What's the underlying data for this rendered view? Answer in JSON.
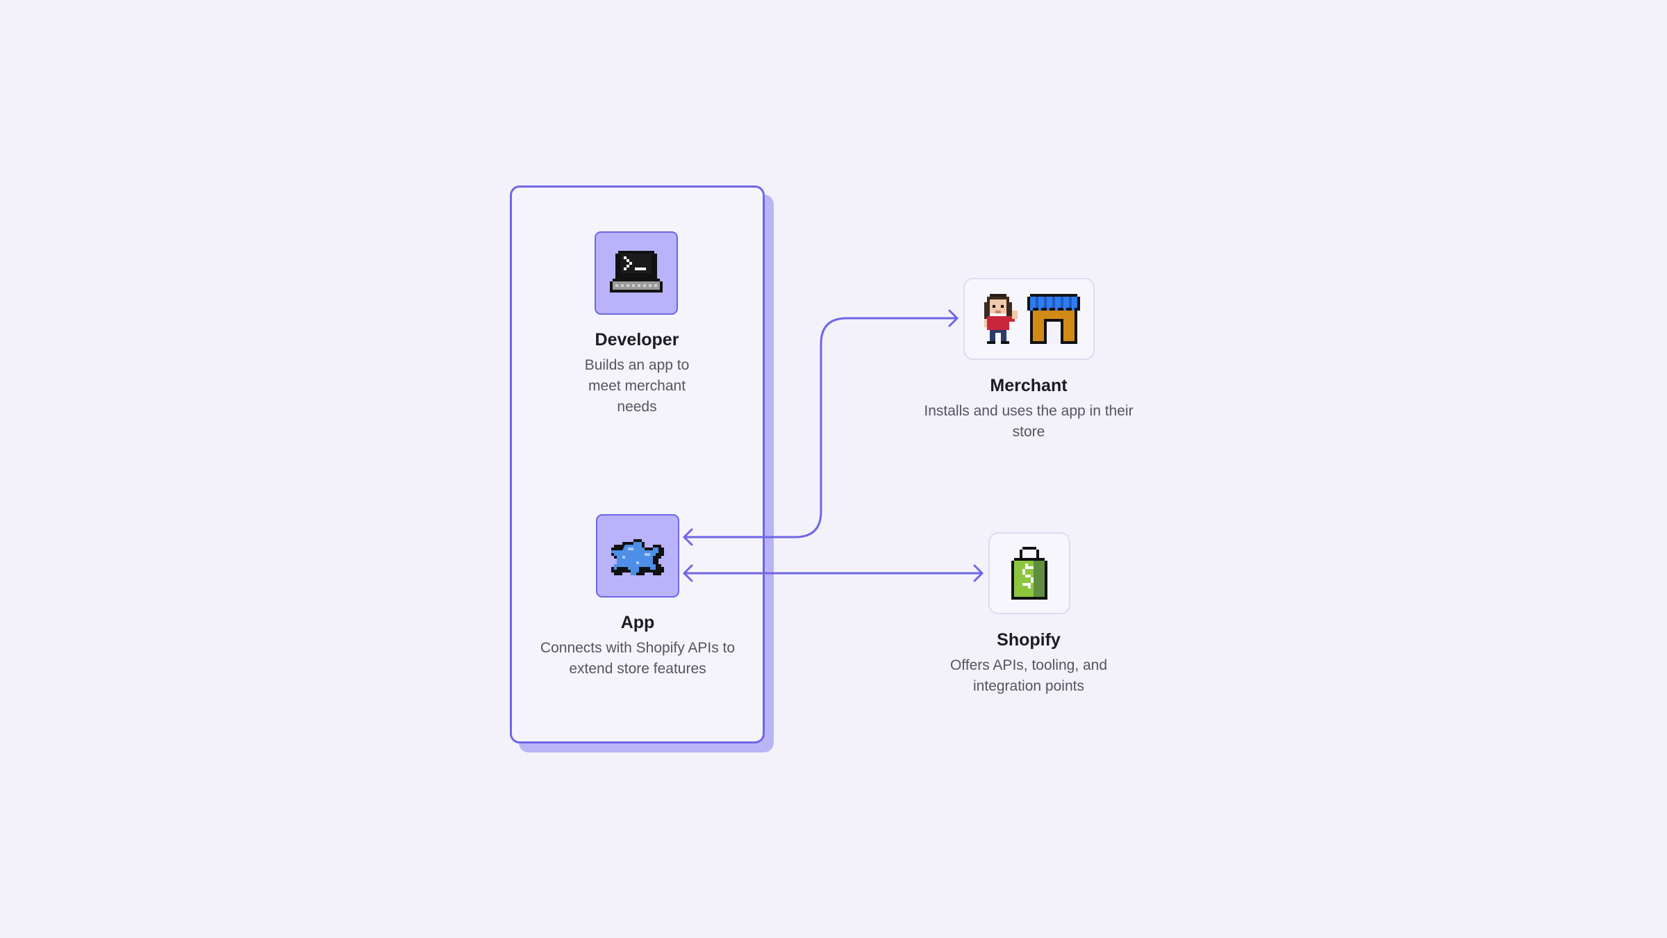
{
  "nodes": {
    "developer": {
      "title": "Developer",
      "description": "Builds an app to meet merchant needs",
      "icon": "terminal-laptop-icon"
    },
    "app": {
      "title": "App",
      "description": "Connects with Shopify APIs to extend store features",
      "icon": "puzzle-piece-icon"
    },
    "merchant": {
      "title": "Merchant",
      "description": "Installs and uses the app in their store",
      "icons": [
        "merchant-person-icon",
        "storefront-icon"
      ]
    },
    "shopify": {
      "title": "Shopify",
      "description": "Offers APIs, tooling, and integration points",
      "icon": "shopify-bag-icon"
    }
  },
  "connections": [
    {
      "from": "app",
      "to": "merchant",
      "direction": "both"
    },
    {
      "from": "app",
      "to": "shopify",
      "direction": "both"
    }
  ],
  "colors": {
    "background": "#f3f2fb",
    "accent": "#6f66e6",
    "accent_light": "#b8b3fb",
    "shadow": "#b9b4f5"
  }
}
